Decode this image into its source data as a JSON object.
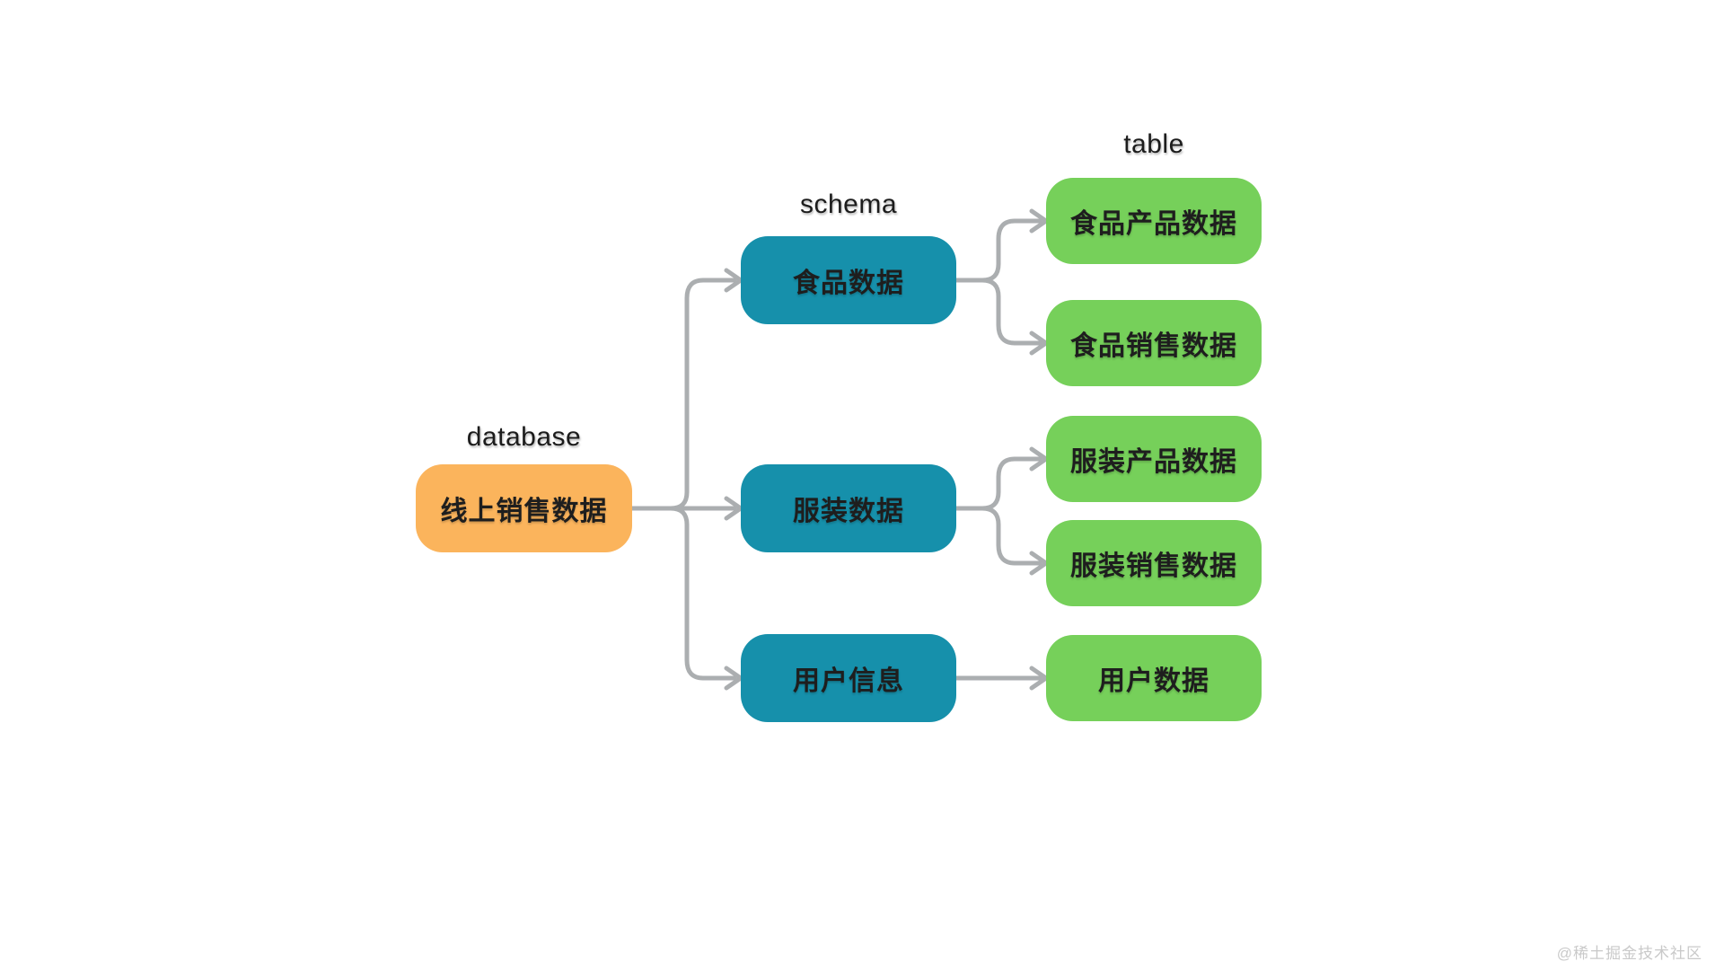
{
  "labels": {
    "database": "database",
    "schema": "schema",
    "table": "table"
  },
  "nodes": {
    "database": {
      "label": "线上销售数据"
    },
    "schemas": [
      {
        "label": "食品数据"
      },
      {
        "label": "服装数据"
      },
      {
        "label": "用户信息"
      }
    ],
    "tables": [
      {
        "label": "食品产品数据"
      },
      {
        "label": "食品销售数据"
      },
      {
        "label": "服装产品数据"
      },
      {
        "label": "服装销售数据"
      },
      {
        "label": "用户数据"
      }
    ]
  },
  "colors": {
    "database": "#FBB45C",
    "schema": "#1690AB",
    "table": "#76D05A",
    "connector": "#ABAEB0",
    "text": "#1e1e1e"
  },
  "watermark": "@稀土掘金技术社区"
}
